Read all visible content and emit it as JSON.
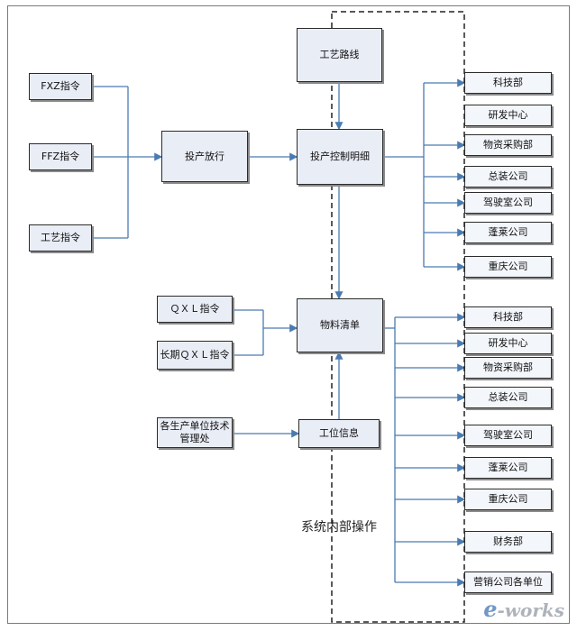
{
  "inputs": {
    "fxz": "FXZ指令",
    "ffz": "FFZ指令",
    "gongyi": "工艺指令",
    "qxl": "ＱＸＬ指令",
    "changqi_qxl": "长期ＱＸＬ指令",
    "gesheng": "各生产单位技术管理处"
  },
  "process": {
    "touchan_fangxing": "投产放行",
    "gongyi_luxian": "工艺路线",
    "touchan_kongzhi": "投产控制明细",
    "wuliao_qingdan": "物料清单",
    "gongwei_xinxi": "工位信息"
  },
  "outputs_top": [
    "科技部",
    "研发中心",
    "物资采购部",
    "总装公司",
    "驾驶室公司",
    "蓬莱公司",
    "重庆公司"
  ],
  "outputs_bottom": [
    "科技部",
    "研发中心",
    "物资采购部",
    "总装公司",
    "驾驶室公司",
    "蓬莱公司",
    "重庆公司",
    "财务部",
    "营销公司各单位"
  ],
  "region_label": "系统内部操作",
  "watermark": "e-works",
  "colors": {
    "box_fill": "#e9edf6",
    "box_border": "#2b2b2b",
    "connector": "#4a7bb0"
  }
}
